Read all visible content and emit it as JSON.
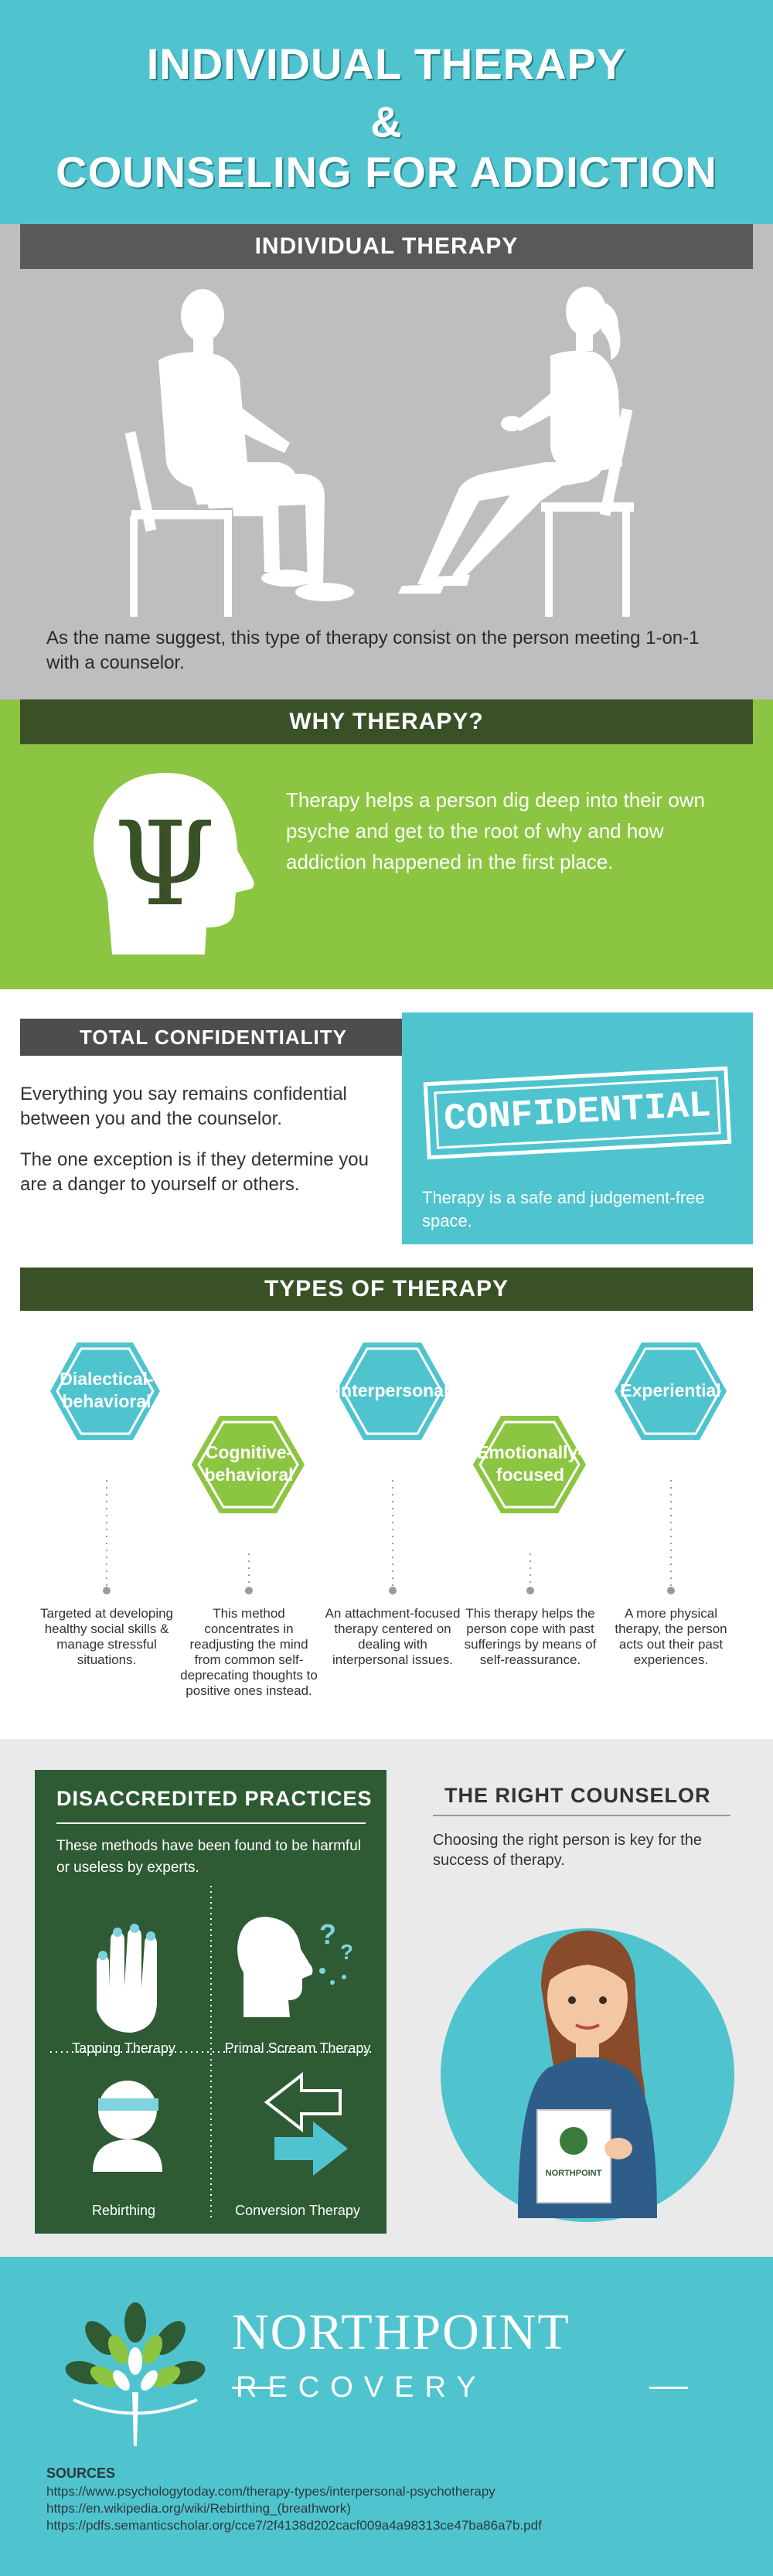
{
  "header": {
    "title_line1": "INDIVIDUAL THERAPY",
    "title_amp": "&",
    "title_line2": "COUNSELING FOR ADDICTION"
  },
  "individual": {
    "heading": "INDIVIDUAL THERAPY",
    "description": "As the name suggest, this type of therapy consist on the person meeting 1-on-1 with a counselor."
  },
  "why": {
    "heading": "WHY THERAPY?",
    "symbol": "Ψ",
    "text": "Therapy helps a person dig deep into their own psyche and get to the root of why and how addiction happened in the first place."
  },
  "confidentiality": {
    "heading": "TOTAL CONFIDENTIALITY",
    "p1": "Everything you say remains confidential between you and the counselor.",
    "p2": "The one exception is if they determine you are a danger to yourself or others.",
    "stamp": "CONFIDENTIAL",
    "side_text": "Therapy is a safe and judgement-free space."
  },
  "types": {
    "heading": "TYPES OF THERAPY",
    "items": [
      {
        "name": "Dialectical-behavioral",
        "line1": "Dialectical-",
        "line2": "behavioral",
        "desc": "Targeted at developing healthy social skills & manage stressful situations."
      },
      {
        "name": "Cognitive-behavioral",
        "line1": "Cognitive-",
        "line2": "behavioral",
        "desc": "This method concentrates in readjusting the mind from common self-deprecating thoughts to positive ones instead."
      },
      {
        "name": "Interpersonal",
        "line1": "Interpersonal",
        "line2": "",
        "desc": "An attachment-focused therapy centered on dealing with interpersonal issues."
      },
      {
        "name": "Emotionally-focused",
        "line1": "Emotionally-",
        "line2": "focused",
        "desc": "This therapy helps the person cope with past sufferings by means of self-reassurance."
      },
      {
        "name": "Experiential",
        "line1": "Experiential",
        "line2": "",
        "desc": "A more physical therapy, the person acts out their past experiences."
      }
    ]
  },
  "discredited": {
    "heading": "DISACCREDITED PRACTICES",
    "subtitle": "These methods have been found to be harmful or useless by experts.",
    "items": [
      "Tapping Therapy",
      "Primal Scream Therapy",
      "Rebirthing",
      "Conversion Therapy"
    ]
  },
  "counselor": {
    "heading": "THE RIGHT COUNSELOR",
    "text": "Choosing the right person is key for the success of therapy.",
    "book_label": "NORTHPOINT"
  },
  "footer": {
    "brand_line1": "NORTHPOINT",
    "brand_line2": "RECOVERY",
    "sources_heading": "SOURCES",
    "sources": [
      "https://www.psychologytoday.com/therapy-types/interpersonal-psychotherapy",
      "https://en.wikipedia.org/wiki/Rebirthing_(breathwork)",
      "https://pdfs.semanticscholar.org/cce7/2f4138d202cacf009a4a98313ce47ba86a7b.pdf"
    ]
  },
  "colors": {
    "teal": "#4fc4cf",
    "green": "#8cc541",
    "dark_green": "#3a5128",
    "gray": "#bdbec0",
    "dark_gray": "#4d4d4d"
  }
}
